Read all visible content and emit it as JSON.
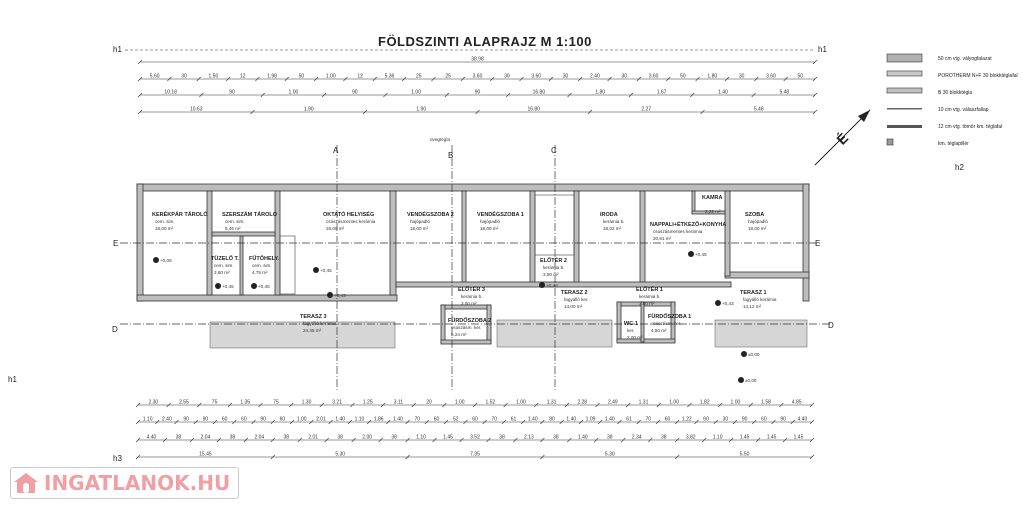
{
  "title": "FÖLDSZINTI ALAPRAJZ M 1:100",
  "legend": [
    {
      "label": "50 cm vtg. vályogfalazat",
      "pattern": "dense"
    },
    {
      "label": "POROTHERM N+F 30 blokktéglafal",
      "pattern": "cross"
    },
    {
      "label": "B 30 blokktégla",
      "pattern": "dots"
    },
    {
      "label": "10 cm vtg. válaszfallap",
      "pattern": "thin"
    },
    {
      "label": "12 cm vtg. tömör km. téglafal",
      "pattern": "medium"
    },
    {
      "label": "km. téglapillér",
      "pattern": "square"
    }
  ],
  "level_marks": {
    "h1_left": "h1",
    "h1_right": "h1",
    "h3": "h3",
    "h2": "h2",
    "h1_side": "h1"
  },
  "section_marks": {
    "A": "A",
    "B": "B",
    "C": "C",
    "D_left": "D",
    "D_right": "D",
    "E_left": "E",
    "E_right": "E"
  },
  "note_glass": "üvegtégla",
  "rooms": [
    {
      "name": "KERÉKPÁR TÁROLÓ",
      "floor": "cem. sim.",
      "area": "18,00 m²"
    },
    {
      "name": "SZERSZÁM TÁROLÓ",
      "floor": "cem. sim.",
      "area": "8,46 m²"
    },
    {
      "name": "TÜZELŐ T.",
      "floor": "cem. sim.",
      "area": "3,60 m²"
    },
    {
      "name": "FŰTŐHELY.",
      "floor": "cem. sim.",
      "area": "4,75 m²"
    },
    {
      "name": "OKTATÓ HELYISÉG",
      "floor": "csúszásmentes kerámia",
      "area": "26,08 m²"
    },
    {
      "name": "VENDÉGSZOBA 2",
      "floor": "hajópadló",
      "area": "18,00 m²"
    },
    {
      "name": "VENDÉGSZOBA 1",
      "floor": "hajópadló",
      "area": "18,00 m²"
    },
    {
      "name": "ELŐTÉR 2",
      "floor": "kerámia b.",
      "area": "3,50 m²"
    },
    {
      "name": "IRODA",
      "floor": "kerámia b.",
      "area": "18,02 m²"
    },
    {
      "name": "KAMRA",
      "floor": "",
      "area": "2,22 m²"
    },
    {
      "name": "NAPPALI+ÉTKEZŐ+KONYHA",
      "floor": "csúszásmentes kerámia",
      "area": "20,91 m²"
    },
    {
      "name": "SZOBA",
      "floor": "hajópadló",
      "area": "18,00 m²"
    },
    {
      "name": "TERASZ 3",
      "floor": "fagyálló kerámia",
      "area": "24,45 m²"
    },
    {
      "name": "ELŐTÉR 3",
      "floor": "kerámia b.",
      "area": "3,50 m²"
    },
    {
      "name": "FÜRDŐSZOBA 2",
      "floor": "csúszásm. ker.",
      "area": "5,24 m²"
    },
    {
      "name": "TERASZ 2",
      "floor": "fagyálló ker.",
      "area": "14,00 m²"
    },
    {
      "name": "ELŐTÉR 1",
      "floor": "kerámia b.",
      "area": "3,80 m²"
    },
    {
      "name": "WC 1",
      "floor": "ker.",
      "area": "2,00 m²"
    },
    {
      "name": "FÜRDŐSZOBA 1",
      "floor": "csúszásm. ker.",
      "area": "4,50 m²"
    },
    {
      "name": "TERASZ 1",
      "floor": "fagyálló kerámia",
      "area": "14,12 m²"
    }
  ],
  "elevations": [
    "+0,05",
    "+0,45",
    "+0,45",
    "+0,45",
    "+0,45",
    "+0,43",
    "+0,43",
    "+0,43",
    "±0,00",
    "±0,00"
  ],
  "dims_top": [
    [
      "38.98"
    ],
    [
      "5.60",
      "30",
      "1.50",
      "12",
      "1.98",
      "50",
      "1.00",
      "12",
      "5.36",
      "25",
      "25",
      "3.60",
      "30",
      "3.60",
      "30",
      "2.40",
      "30",
      "3.60",
      "50",
      "1.80",
      "30",
      "3.60",
      "50"
    ],
    [
      "10.18",
      "90",
      "1.00",
      "90",
      "1.00",
      "90",
      "16.80",
      "1.80",
      "1.67",
      "1.40",
      "5.48"
    ],
    [
      "10.63",
      "1.90",
      "1.90",
      "16.80",
      "2.27",
      "5.48"
    ]
  ],
  "dims_bottom": [
    [
      "2.30",
      "2.55",
      "75",
      "1.35",
      "75",
      "1.30",
      "3.21",
      "1.25",
      "3.11",
      "20",
      "1.00",
      "1.52",
      "1.00",
      "1.31",
      "2.28",
      "2.49",
      "1.31",
      "1.00",
      "1.82",
      "1.00",
      "1.58",
      "4.85"
    ],
    [
      "1.10",
      "2.40",
      "90",
      "90",
      "60",
      "60",
      "90",
      "60",
      "1.00",
      "2.01",
      "1.40",
      "1.10",
      "1.86",
      "1.40",
      "70",
      "60",
      "52",
      "60",
      "70",
      "61",
      "1.40",
      "80",
      "1.40",
      "1.09",
      "1.40",
      "61",
      "70",
      "60",
      "1.22",
      "60",
      "30",
      "90",
      "60",
      "90",
      "4.40"
    ],
    [
      "4.40",
      "38",
      "2.04",
      "38",
      "2.04",
      "38",
      "2.01",
      "38",
      "2.00",
      "38",
      "1.10",
      "1.45",
      "3.52",
      "38",
      "2.13",
      "38",
      "1.40",
      "38",
      "2.34",
      "38",
      "3.82",
      "1.10",
      "1.45",
      "1.45",
      "1.45"
    ],
    [
      "15.45",
      "5.30",
      "7.35",
      "5.30",
      "5.50"
    ]
  ],
  "watermark": "INGATLANOK.HU",
  "colors": {
    "watermark": "#f0a0a4",
    "wall": "#bdbdbd",
    "ink": "#333333"
  }
}
